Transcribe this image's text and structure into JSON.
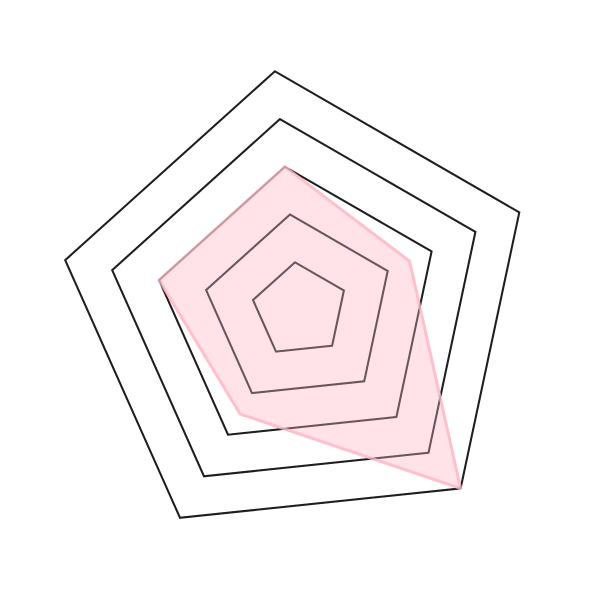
{
  "chart_data": {
    "type": "radar",
    "axes_count": 5,
    "rings": 5,
    "ring_levels": [
      1,
      2,
      3,
      4,
      5
    ],
    "range": [
      0,
      5
    ],
    "grid": true,
    "series": [
      {
        "values": [
          2.5,
          3.0,
          3.0,
          2.5,
          5.0
        ]
      }
    ]
  },
  "colors": {
    "background": "#ffffff",
    "outer_grid": "#000000",
    "inner_grid": "#555555",
    "series_fill": "#ffc0cb",
    "series_stroke": "#ffc0cb"
  }
}
